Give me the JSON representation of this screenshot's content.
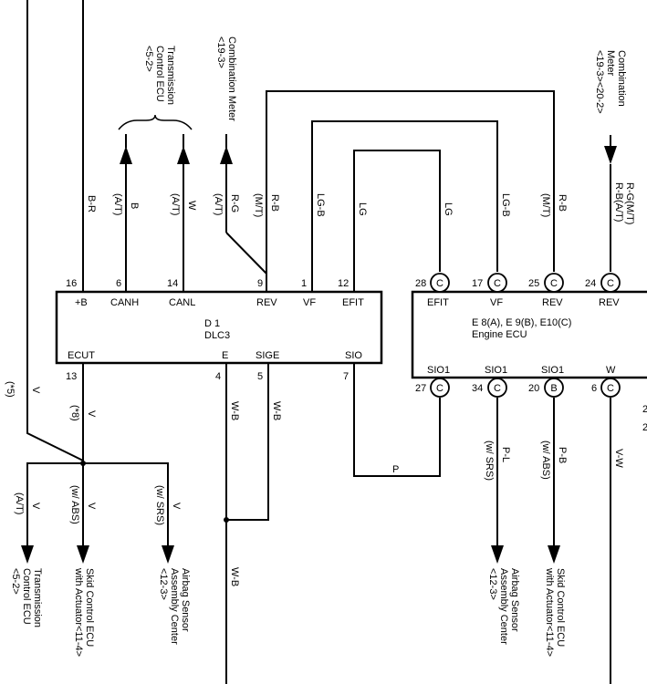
{
  "dlc3": {
    "name": "D 1",
    "code": "DLC3",
    "pins_top": [
      {
        "num": "16",
        "label": "+B"
      },
      {
        "num": "6",
        "label": "CANH"
      },
      {
        "num": "14",
        "label": "CANL"
      },
      {
        "num": "9",
        "label": "REV"
      },
      {
        "num": "1",
        "label": "VF"
      },
      {
        "num": "12",
        "label": "EFIT"
      }
    ],
    "pins_bottom": [
      {
        "num": "13",
        "label": "ECUT"
      },
      {
        "num": "4",
        "label": "E"
      },
      {
        "num": "5",
        "label": "SIGE"
      },
      {
        "num": "7",
        "label": "SIO"
      }
    ]
  },
  "engine_ecu": {
    "name": "E 8(A), E 9(B), E10(C)",
    "subtitle": "Engine ECU",
    "pins_top": [
      {
        "num": "28",
        "conn": "C",
        "label": "EFIT"
      },
      {
        "num": "17",
        "conn": "C",
        "label": "VF"
      },
      {
        "num": "25",
        "conn": "C",
        "label": "REV"
      },
      {
        "num": "24",
        "conn": "C",
        "label": "REV"
      }
    ],
    "pins_bottom": [
      {
        "num": "27",
        "conn": "C",
        "label": "SIO1"
      },
      {
        "num": "34",
        "conn": "C",
        "label": "SIO1"
      },
      {
        "num": "20",
        "conn": "B",
        "label": "SIO1"
      },
      {
        "num": "6",
        "conn": "C",
        "label": "W"
      }
    ],
    "partial_edge": [
      "2",
      "2"
    ]
  },
  "wires": {
    "b_r": "B-R",
    "canh_b": "B",
    "canh_at": "(A/T)",
    "canl_w": "W",
    "canl_at": "(A/T)",
    "rg": "R-G",
    "rg_at": "(A/T)",
    "rev_mt": "(M/T)",
    "rev_rb": "R-B",
    "vf_lgb": "LG-B",
    "efit_lg": "LG",
    "ecu_efit_lg": "LG",
    "ecu_vf_lgb": "LG-B",
    "ecu_rev_mt": "(M/T)",
    "ecu_rev_rb": "R-B",
    "meter_rb": "R-B(A/T)",
    "meter_rg": "R-G(M/T)",
    "ecut_v": "V",
    "ecut_note": "(*8)",
    "v_left": "V",
    "note5": "(*5)",
    "wb_e": "W-B",
    "wb_sige": "W-B",
    "wb_bottom": "W-B",
    "p": "P",
    "pl": "P-L",
    "pl_note": "(w/ SRS)",
    "pb": "P-B",
    "pb_note": "(w/ ABS)",
    "vw": "V-W",
    "v_at": "V",
    "v_at_note": "(A/T)",
    "v_abs": "V",
    "v_abs_note": "(w/ ABS)",
    "v_srs": "V",
    "v_srs_note": "(w/ SRS)"
  },
  "references": {
    "tcu_top_l1": "Transmission",
    "tcu_top_l2": "Control ECU",
    "tcu_top_l3": "<5-2>",
    "meter_top_l1": "Combination Meter",
    "meter_top_l2": "<19-3>",
    "meter_right_l1": "Combination",
    "meter_right_l2": "Meter",
    "meter_right_l3": "<19-3><20-2>",
    "tcu_bot_l1": "Transmission",
    "tcu_bot_l2": "Control ECU",
    "tcu_bot_l3": "<5-2>",
    "skid_bot_l1": "Skid Control ECU",
    "skid_bot_l2": "with Actuator<11-4>",
    "airbag_bot_l1": "Airbag Sensor",
    "airbag_bot_l2": "Assembly Center",
    "airbag_bot_l3": "<12-3>",
    "airbag_r_l1": "Airbag Sensor",
    "airbag_r_l2": "Assembly Center",
    "airbag_r_l3": "<12-3>",
    "skid_r_l1": "Skid Control ECU",
    "skid_r_l2": "with Actuator<11-4>"
  }
}
